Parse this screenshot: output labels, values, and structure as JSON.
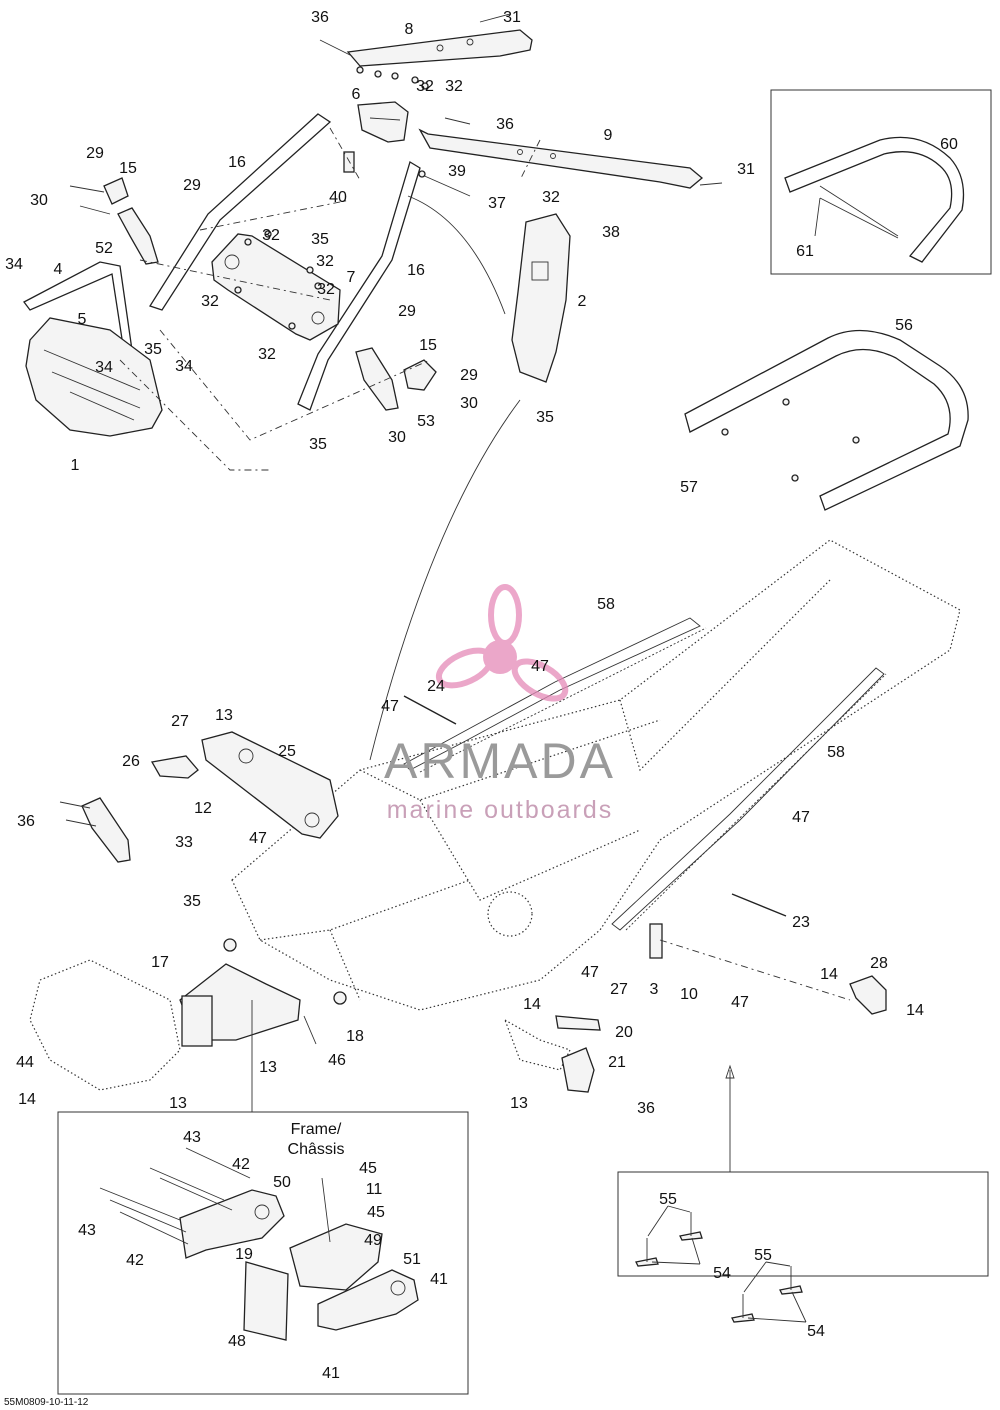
{
  "diagram": {
    "reference_code": "55M0809-10-11-12",
    "frame_label_line1": "Frame/",
    "frame_label_line2": "Châssis"
  },
  "watermark": {
    "title": "ARMADA",
    "subtitle": "marine outboards",
    "logo_icon": "propeller-icon",
    "logo_color": "#e58ab8",
    "text_color": "#9a9a9a"
  },
  "callouts": [
    "36",
    "31",
    "8",
    "32",
    "32",
    "6",
    "36",
    "9",
    "31",
    "29",
    "16",
    "15",
    "30",
    "29",
    "39",
    "37",
    "40",
    "32",
    "52",
    "32",
    "35",
    "38",
    "34",
    "4",
    "32",
    "2",
    "7",
    "16",
    "32",
    "5",
    "32",
    "29",
    "35",
    "34",
    "34",
    "15",
    "29",
    "32",
    "53",
    "30",
    "35",
    "30",
    "35",
    "1",
    "60",
    "61",
    "56",
    "57",
    "58",
    "47",
    "24",
    "47",
    "27",
    "13",
    "25",
    "26",
    "58",
    "12",
    "36",
    "33",
    "47",
    "47",
    "35",
    "23",
    "17",
    "47",
    "27",
    "3",
    "10",
    "47",
    "14",
    "28",
    "14",
    "14",
    "20",
    "18",
    "46",
    "21",
    "44",
    "14",
    "13",
    "13",
    "13",
    "36",
    "43",
    "42",
    "50",
    "45",
    "11",
    "45",
    "49",
    "43",
    "42",
    "19",
    "51",
    "41",
    "48",
    "41",
    "55",
    "54",
    "55",
    "54"
  ]
}
